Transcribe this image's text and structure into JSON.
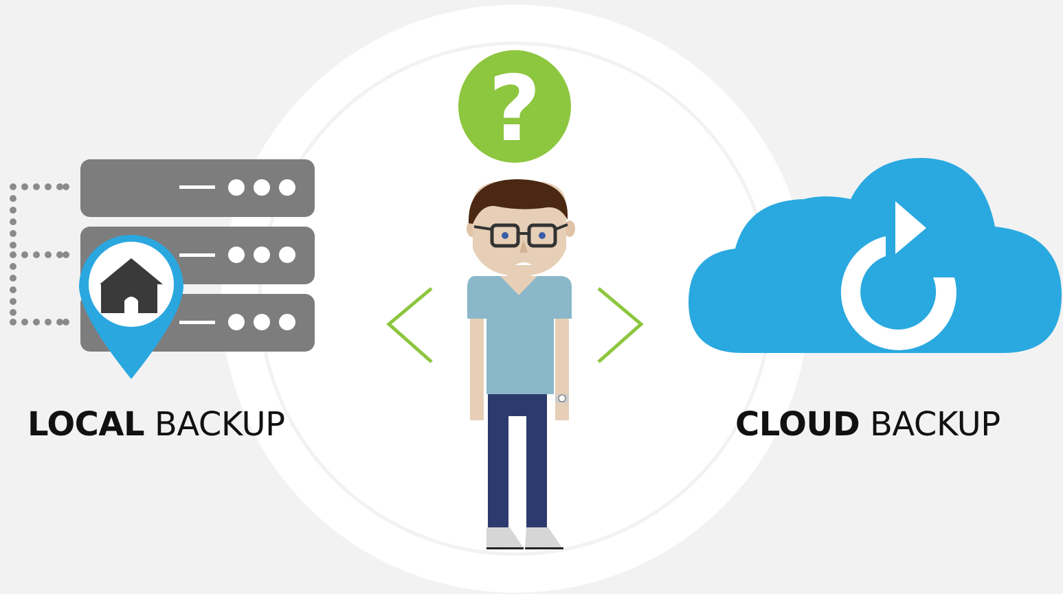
{
  "local": {
    "label_bold": "LOCAL",
    "label_regular": "BACKUP",
    "icons": [
      "server-rack",
      "home-location-pin"
    ]
  },
  "cloud": {
    "label_bold": "CLOUD",
    "label_regular": "BACKUP",
    "icons": [
      "cloud",
      "refresh-arrow"
    ]
  },
  "center": {
    "question_mark": "?",
    "icons": [
      "question-bubble",
      "confused-person",
      "left-chevron",
      "right-chevron"
    ]
  },
  "colors": {
    "background": "#f2f2f2",
    "circle": "#ffffff",
    "server_gray": "#7d7d7d",
    "pin_blue": "#2aa7df",
    "cloud_blue": "#2aa9e0",
    "accent_green": "#8dc63f",
    "shirt": "#8ab7c9",
    "pants": "#2d3a6e",
    "hair": "#4a2812",
    "skin": "#e6cfb6",
    "text": "#111111"
  }
}
